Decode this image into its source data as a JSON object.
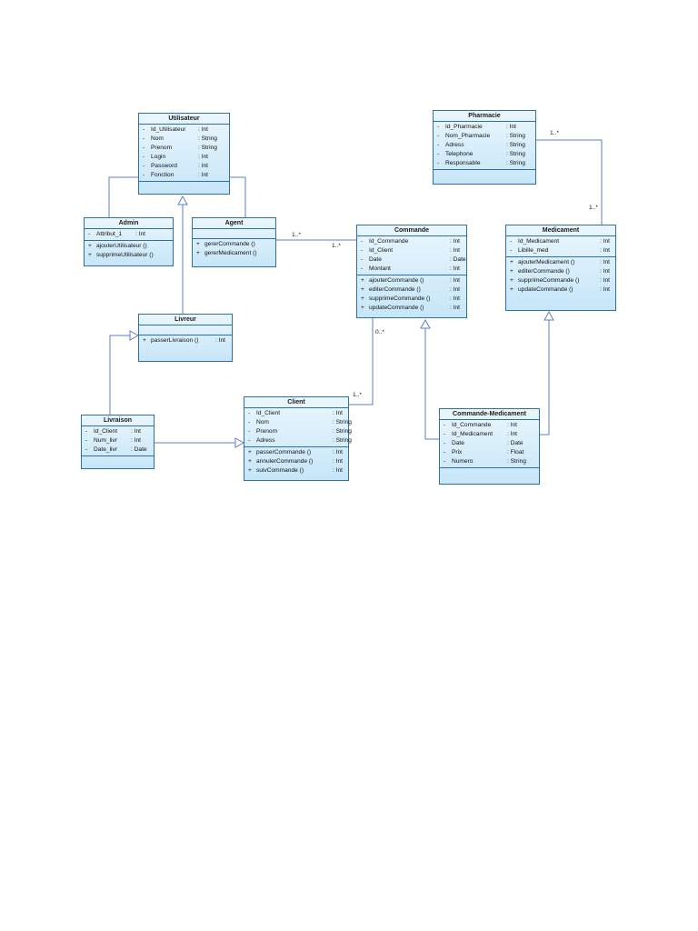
{
  "classes": {
    "utilisateur": {
      "name": "Utilisateur",
      "attributes": [
        {
          "vis": "-",
          "name": "Id_Utilisateur",
          "type": ": Int"
        },
        {
          "vis": "-",
          "name": "Nom",
          "type": ": String"
        },
        {
          "vis": "-",
          "name": "Prenom",
          "type": ": String"
        },
        {
          "vis": "-",
          "name": "Login",
          "type": ": Int"
        },
        {
          "vis": "-",
          "name": "Password",
          "type": ": Int"
        },
        {
          "vis": "-",
          "name": "Fonction",
          "type": ": Int"
        }
      ],
      "operations": []
    },
    "admin": {
      "name": "Admin",
      "attributes": [
        {
          "vis": "-",
          "name": "Attribut_1",
          "type": ": Int"
        }
      ],
      "operations": [
        {
          "vis": "+",
          "name": "ajouterUtilisateur ()",
          "type": ""
        },
        {
          "vis": "+",
          "name": "supprimeUtilisateur ()",
          "type": ""
        }
      ]
    },
    "agent": {
      "name": "Agent",
      "attributes": [],
      "operations": [
        {
          "vis": "+",
          "name": "gererCommande ()",
          "type": ""
        },
        {
          "vis": "+",
          "name": "gererMedicament ()",
          "type": ""
        }
      ]
    },
    "livreur": {
      "name": "Livreur",
      "attributes": [],
      "operations": [
        {
          "vis": "+",
          "name": "passerLivraison ()",
          "type": ": Int"
        }
      ]
    },
    "livraison": {
      "name": "Livraison",
      "attributes": [
        {
          "vis": "-",
          "name": "Id_Client",
          "type": ": Int"
        },
        {
          "vis": "-",
          "name": "Num_livr",
          "type": ": Int"
        },
        {
          "vis": "-",
          "name": "Date_livr",
          "type": ": Date"
        }
      ],
      "operations": []
    },
    "client": {
      "name": "Client",
      "attributes": [
        {
          "vis": "-",
          "name": "Id_Client",
          "type": ": Int"
        },
        {
          "vis": "-",
          "name": "Nom",
          "type": ": String"
        },
        {
          "vis": "-",
          "name": "Prenom",
          "type": ": String"
        },
        {
          "vis": "-",
          "name": "Adress",
          "type": ": String"
        }
      ],
      "operations": [
        {
          "vis": "+",
          "name": "passerCommande ()",
          "type": ": Int"
        },
        {
          "vis": "+",
          "name": "annulerCommande ()",
          "type": ": Int"
        },
        {
          "vis": "+",
          "name": "suivCommande ()",
          "type": ": Int"
        }
      ]
    },
    "commande": {
      "name": "Commande",
      "attributes": [
        {
          "vis": "-",
          "name": "Id_Commande",
          "type": ": Int"
        },
        {
          "vis": "-",
          "name": "Id_Client",
          "type": ": Int"
        },
        {
          "vis": "-",
          "name": "Date",
          "type": ": Date"
        },
        {
          "vis": "-",
          "name": "Montant",
          "type": ": Int"
        }
      ],
      "operations": [
        {
          "vis": "+",
          "name": "ajouterCommande ()",
          "type": ": Int"
        },
        {
          "vis": "+",
          "name": "editerCommande ()",
          "type": ": Int"
        },
        {
          "vis": "+",
          "name": "supprimeCommande ()",
          "type": ": Int"
        },
        {
          "vis": "+",
          "name": "updateCommande ()",
          "type": ": Int"
        }
      ]
    },
    "pharmacie": {
      "name": "Pharmacie",
      "attributes": [
        {
          "vis": "-",
          "name": "Id_Pharmacie",
          "type": ": Int"
        },
        {
          "vis": "-",
          "name": "Nom_Pharmacie",
          "type": ": String"
        },
        {
          "vis": "-",
          "name": "Adress",
          "type": ": String"
        },
        {
          "vis": "-",
          "name": "Telephone",
          "type": ": String"
        },
        {
          "vis": "-",
          "name": "Responsable",
          "type": ": String"
        }
      ],
      "operations": []
    },
    "medicament": {
      "name": "Medicament",
      "attributes": [
        {
          "vis": "-",
          "name": "Id_Medicament",
          "type": ": Int"
        },
        {
          "vis": "-",
          "name": "Libille_med",
          "type": ": Int"
        }
      ],
      "operations": [
        {
          "vis": "+",
          "name": "ajouterMedicament ()",
          "type": ": Int"
        },
        {
          "vis": "+",
          "name": "editerCommande ()",
          "type": ": Int"
        },
        {
          "vis": "+",
          "name": "supprimeCommande ()",
          "type": ": Int"
        },
        {
          "vis": "+",
          "name": "updateCommande ()",
          "type": ": Int"
        }
      ]
    },
    "commande_medicament": {
      "name": "Commande-Medicament",
      "attributes": [
        {
          "vis": "-",
          "name": "Id_Commande",
          "type": ": Int"
        },
        {
          "vis": "-",
          "name": "Id_Medicament",
          "type": ": Int"
        },
        {
          "vis": "-",
          "name": "Date",
          "type": ": Date"
        },
        {
          "vis": "-",
          "name": "Prix",
          "type": ": Float"
        },
        {
          "vis": "-",
          "name": "Numero",
          "type": ": String"
        }
      ],
      "operations": []
    }
  },
  "multiplicities": {
    "agent_commande_src": "1..*",
    "agent_commande_dst": "1..*",
    "commande_client_top": "0..*",
    "commande_client_bottom": "1..*",
    "pharmacie_medicament_top": "1..*",
    "pharmacie_medicament_bottom": "1..*"
  },
  "colors": {
    "class_border": "#2f6fa3",
    "class_fill_top": "#eaf6fd",
    "class_fill_bottom": "#c6e6f8",
    "connector": "#5b7fc4"
  }
}
